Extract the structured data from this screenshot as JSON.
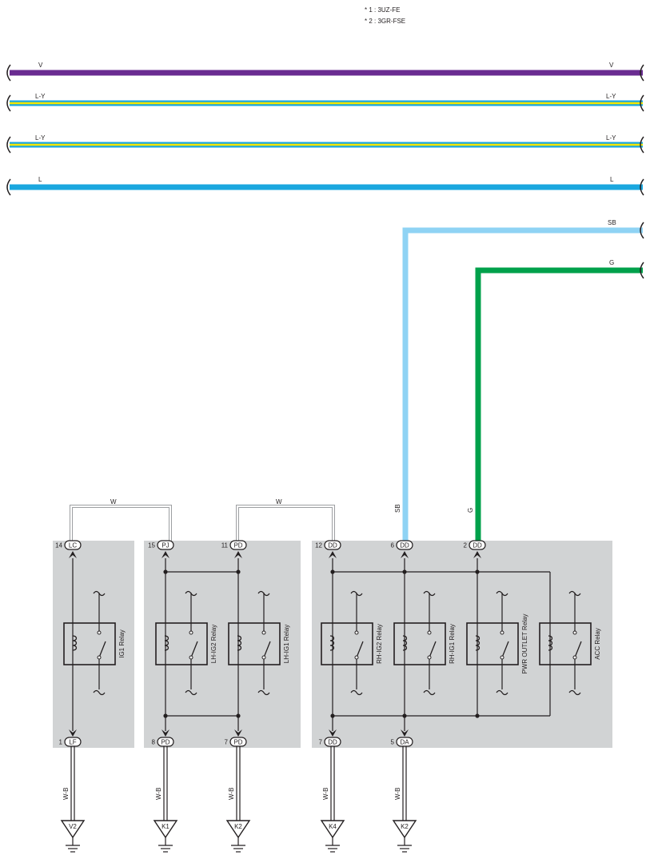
{
  "notes": [
    "* 1 : 3UZ-FE",
    "* 2 : 3GR-FSE"
  ],
  "buses": [
    {
      "label": "V",
      "color": "#6a2c91",
      "stripe": null
    },
    {
      "label": "L-Y",
      "color": "#1aa7df",
      "stripe": "#f3e600"
    },
    {
      "label": "L-Y",
      "color": "#1aa7df",
      "stripe": "#f3e600"
    },
    {
      "label": "L",
      "color": "#1aa7df",
      "stripe": null
    }
  ],
  "branch_wires": [
    {
      "label": "SB",
      "color": "#8fd3f4",
      "pin": "6",
      "connector": "DD"
    },
    {
      "label": "G",
      "color": "#00a14b",
      "pin": "2",
      "connector": "DD"
    }
  ],
  "jumper_wires": [
    {
      "label": "W",
      "from": "LC",
      "to": "PJ"
    },
    {
      "label": "W",
      "from": "PD",
      "to": "DD"
    }
  ],
  "top_pins": [
    {
      "pin": "14",
      "connector": "LC"
    },
    {
      "pin": "15",
      "connector": "PJ"
    },
    {
      "pin": "11",
      "connector": "PD"
    },
    {
      "pin": "12",
      "connector": "DD"
    },
    {
      "pin": "6",
      "connector": "DD"
    },
    {
      "pin": "2",
      "connector": "DD"
    }
  ],
  "bottom_pins": [
    {
      "pin": "1",
      "connector": "LF"
    },
    {
      "pin": "8",
      "connector": "PD"
    },
    {
      "pin": "7",
      "connector": "PD"
    },
    {
      "pin": "7",
      "connector": "DD"
    },
    {
      "pin": "5",
      "connector": "DA"
    }
  ],
  "relays": [
    "IG1 Relay",
    "LH-IG2 Relay",
    "LH-IG1 Relay",
    "RH-IG2 Relay",
    "RH-IG1 Relay",
    "PWR OUTLET Relay",
    "ACC Relay"
  ],
  "grounds": [
    {
      "wire": "W-B",
      "point": "V2"
    },
    {
      "wire": "W-B",
      "point": "K1"
    },
    {
      "wire": "W-B",
      "point": "K2"
    },
    {
      "wire": "W-B",
      "point": "K4"
    },
    {
      "wire": "W-B",
      "point": "K2"
    }
  ],
  "colors": {
    "panel": "#d1d3d4",
    "line": "#231f20",
    "jumper": "#9d9fa2"
  }
}
